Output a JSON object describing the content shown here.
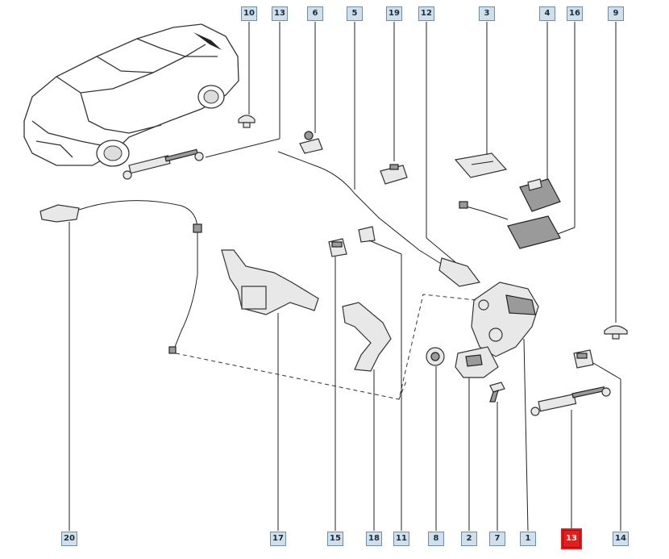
{
  "diagram": {
    "vehicle": "sedan",
    "highlight_color": "#e02020",
    "callout_color": "#cfe0ec",
    "callouts": [
      {
        "id": "c10",
        "label": "10"
      },
      {
        "id": "c13a",
        "label": "13"
      },
      {
        "id": "c6",
        "label": "6"
      },
      {
        "id": "c5",
        "label": "5"
      },
      {
        "id": "c19",
        "label": "19"
      },
      {
        "id": "c12",
        "label": "12"
      },
      {
        "id": "c3",
        "label": "3"
      },
      {
        "id": "c4",
        "label": "4"
      },
      {
        "id": "c16",
        "label": "16"
      },
      {
        "id": "c9",
        "label": "9"
      },
      {
        "id": "c20",
        "label": "20"
      },
      {
        "id": "c17",
        "label": "17"
      },
      {
        "id": "c15",
        "label": "15"
      },
      {
        "id": "c18",
        "label": "18"
      },
      {
        "id": "c11",
        "label": "11"
      },
      {
        "id": "c8",
        "label": "8"
      },
      {
        "id": "c2",
        "label": "2"
      },
      {
        "id": "c7",
        "label": "7"
      },
      {
        "id": "c1",
        "label": "1"
      },
      {
        "id": "c13b",
        "label": "13",
        "selected": true
      },
      {
        "id": "c14",
        "label": "14"
      }
    ]
  }
}
